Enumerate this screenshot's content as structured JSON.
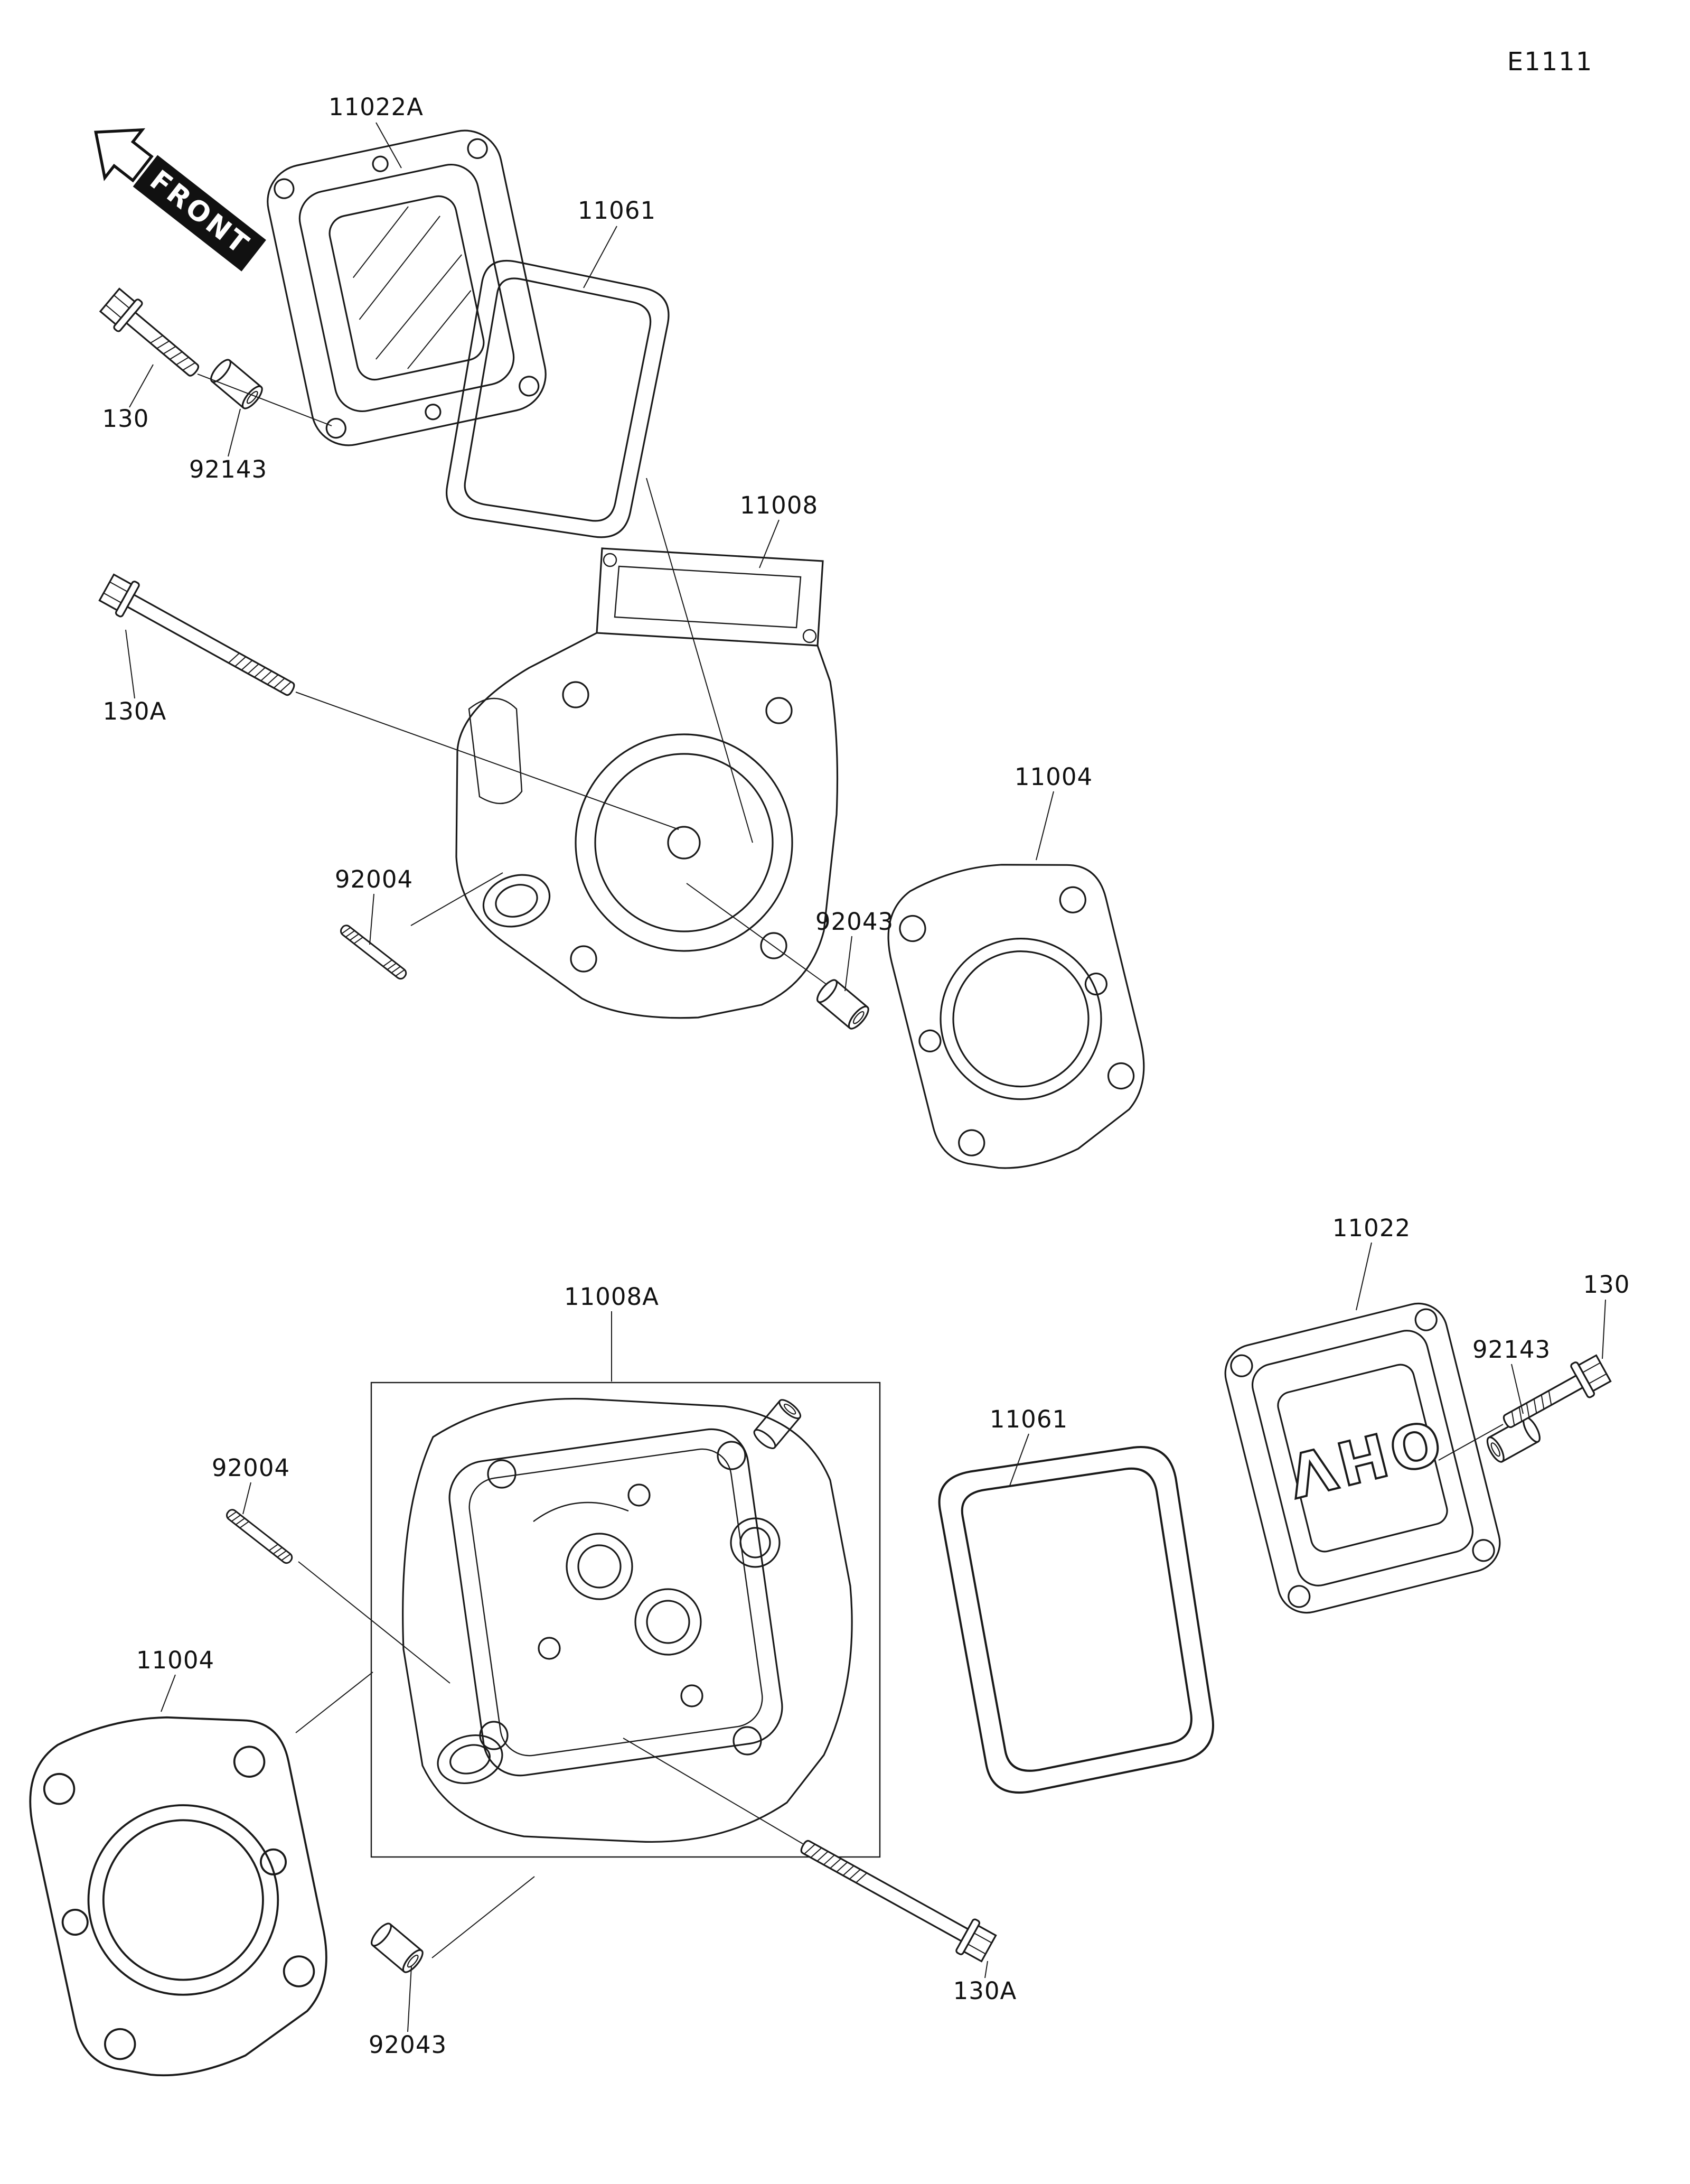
{
  "page": {
    "diagram_code": "E1111"
  },
  "front_marker": {
    "label": "FRONT"
  },
  "cover_emblem": {
    "text": "OHV"
  },
  "callouts": {
    "top_assembly": {
      "head_cover": "11022A",
      "cover_gasket": "11061",
      "cover_bolt": "130",
      "cover_collar": "92143",
      "cylinder_head": "11008",
      "head_bolt": "130A",
      "stud": "92004",
      "dowel": "92043",
      "head_gasket": "11004"
    },
    "bottom_assembly": {
      "cylinder_head": "11008A",
      "head_cover": "11022",
      "cover_bolt": "130",
      "cover_collar": "92143",
      "cover_gasket": "11061",
      "stud": "92004",
      "head_gasket": "11004",
      "dowel": "92043",
      "head_bolt": "130A"
    }
  }
}
